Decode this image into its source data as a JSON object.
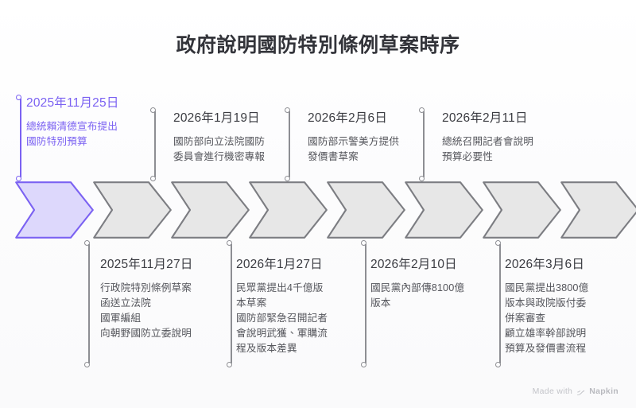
{
  "page": {
    "title": "政府說明國防特別條例草案時序",
    "background_color": "#fcfcfd",
    "accent_color": "#7b62f2",
    "neutral_color": "#8d8e93"
  },
  "timeline": {
    "chevron_count": 8,
    "events_above": [
      {
        "date": "2025年11月25日",
        "lines": [
          "總統賴清德宣布提出",
          "國防特別預算"
        ],
        "highlighted": true
      },
      {
        "date": "2026年1月19日",
        "lines": [
          "國防部向立法院國防",
          "委員會進行機密專報"
        ],
        "highlighted": false
      },
      {
        "date": "2026年2月6日",
        "lines": [
          "國防部示警美方提供",
          "發價書草案"
        ],
        "highlighted": false
      },
      {
        "date": "2026年2月11日",
        "lines": [
          "總統召開記者會說明",
          "預算必要性"
        ],
        "highlighted": false
      }
    ],
    "events_below": [
      {
        "date": "2025年11月27日",
        "lines": [
          "行政院特別條例草案",
          "函送立法院",
          "國軍編組",
          "向朝野國防立委說明"
        ],
        "highlighted": false
      },
      {
        "date": "2026年1月27日",
        "lines": [
          "民眾黨提出4千億版",
          "本草案",
          "國防部緊急召開記者",
          "會說明武獲、軍購流",
          "程及版本差異"
        ],
        "highlighted": false
      },
      {
        "date": "2026年2月10日",
        "lines": [
          "國民黨內部傳8100億",
          "版本"
        ],
        "highlighted": false
      },
      {
        "date": "2026年3月6日",
        "lines": [
          "國民黨提出3800億",
          "版本與政院版付委",
          "併案審查",
          "顧立雄率幹部說明",
          "預算及發價書流程"
        ],
        "highlighted": false
      }
    ]
  },
  "footer": {
    "made_with": "Made with",
    "brand": "Napkin",
    "logo_icon": "napkin-leaf-icon"
  }
}
